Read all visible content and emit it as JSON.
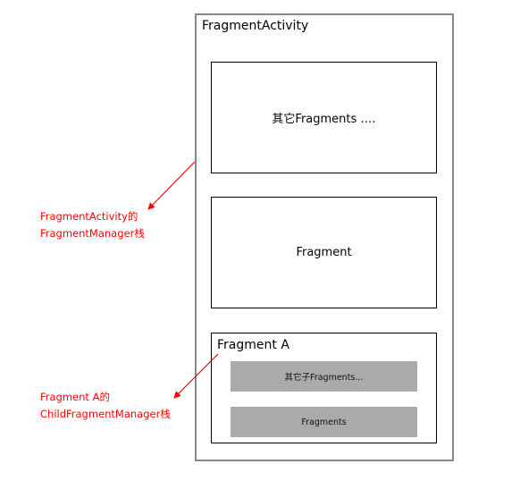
{
  "activity": {
    "title": "FragmentActivity"
  },
  "fragments": {
    "other_label": "其它Fragments ….",
    "main_label": "Fragment",
    "fragment_a_title": "Fragment A"
  },
  "child_fragments": {
    "other_label": "其它子Fragments...",
    "fragments_label": "Fragments"
  },
  "annotations": [
    {
      "line1": "FragmentActivity的",
      "line2": "FragmentManager栈"
    },
    {
      "line1": "Fragment A的",
      "line2": "ChildFragmentManager栈"
    }
  ],
  "colors": {
    "annotation": "#ff0000",
    "activity_border": "#888888",
    "child_fill": "#aaaaaa"
  }
}
